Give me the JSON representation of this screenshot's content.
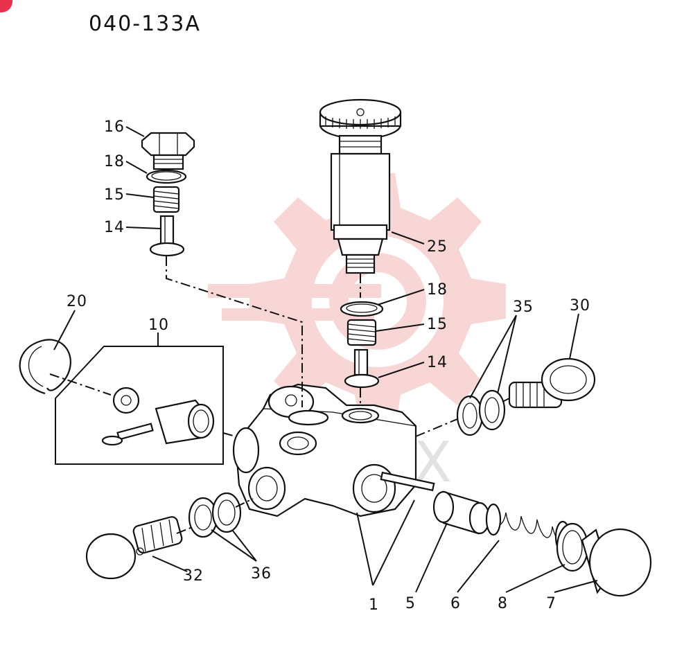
{
  "title": "040-133A",
  "badge_color": "#e8324e",
  "watermark": {
    "text": "HITEX",
    "color": "#f5b5b5"
  },
  "callouts": [
    {
      "id": "c16",
      "text": "16"
    },
    {
      "id": "c18a",
      "text": "18"
    },
    {
      "id": "c15a",
      "text": "15"
    },
    {
      "id": "c14a",
      "text": "14"
    },
    {
      "id": "c25",
      "text": "25"
    },
    {
      "id": "c18b",
      "text": "18"
    },
    {
      "id": "c15b",
      "text": "15"
    },
    {
      "id": "c14b",
      "text": "14"
    },
    {
      "id": "c20",
      "text": "20"
    },
    {
      "id": "c10",
      "text": "10"
    },
    {
      "id": "c35",
      "text": "35"
    },
    {
      "id": "c30",
      "text": "30"
    },
    {
      "id": "c32",
      "text": "32"
    },
    {
      "id": "c36",
      "text": "36"
    },
    {
      "id": "c1",
      "text": "1"
    },
    {
      "id": "c5",
      "text": "5"
    },
    {
      "id": "c6",
      "text": "6"
    },
    {
      "id": "c8",
      "text": "8"
    },
    {
      "id": "c7",
      "text": "7"
    }
  ]
}
